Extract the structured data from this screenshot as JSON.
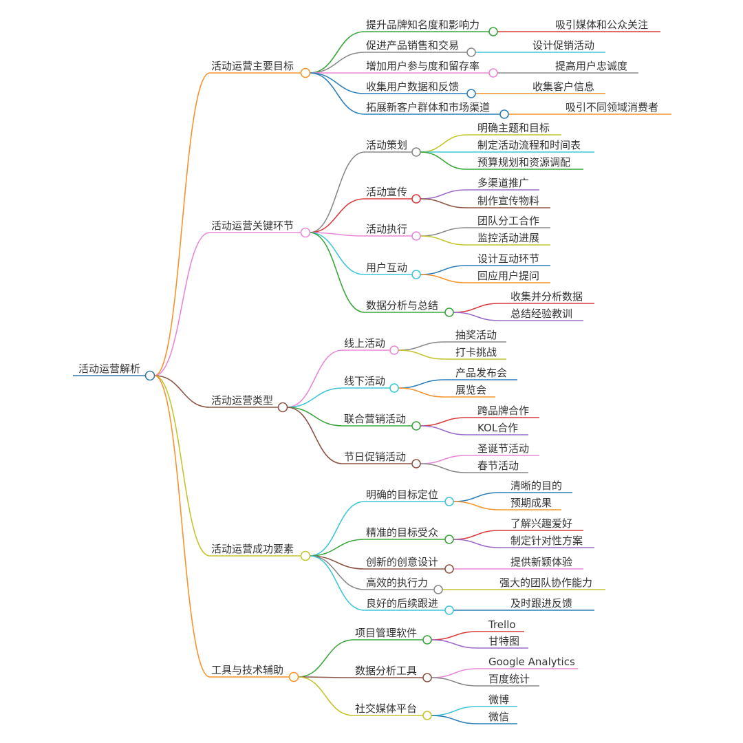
{
  "mindmap": {
    "root": "活动运营解析",
    "colors": {
      "orange": "#f5932d",
      "pink": "#e987d6",
      "brown": "#8c5545",
      "olive": "#c4c42e",
      "green": "#3aa53a",
      "gray": "#888888",
      "cyan": "#3ec5d8",
      "red": "#d93b3b",
      "blue": "#2c7fb8",
      "purple": "#9a6ac9",
      "root_blue": "#3279a8"
    },
    "branches": [
      {
        "label": "活动运营主要目标",
        "color": "orange",
        "children": [
          {
            "label": "提升品牌知名度和影响力",
            "color": "green",
            "children": [
              {
                "label": "吸引媒体和公众关注",
                "color": "red"
              }
            ]
          },
          {
            "label": "促进产品销售和交易",
            "color": "gray",
            "children": [
              {
                "label": "设计促销活动",
                "color": "cyan"
              }
            ]
          },
          {
            "label": "增加用户参与度和留存率",
            "color": "pink",
            "children": [
              {
                "label": "提高用户忠诚度",
                "color": "gray"
              }
            ]
          },
          {
            "label": "收集用户数据和反馈",
            "color": "blue",
            "children": [
              {
                "label": "收集客户信息",
                "color": "orange"
              }
            ]
          },
          {
            "label": "拓展新客户群体和市场渠道",
            "color": "blue",
            "children": [
              {
                "label": "吸引不同领域消费者",
                "color": "orange"
              }
            ]
          }
        ]
      },
      {
        "label": "活动运营关键环节",
        "color": "pink",
        "children": [
          {
            "label": "活动策划",
            "color": "gray",
            "children": [
              {
                "label": "明确主题和目标",
                "color": "olive"
              },
              {
                "label": "制定活动流程和时间表",
                "color": "cyan"
              },
              {
                "label": "预算规划和资源调配",
                "color": "green"
              }
            ]
          },
          {
            "label": "活动宣传",
            "color": "red",
            "children": [
              {
                "label": "多渠道推广",
                "color": "purple"
              },
              {
                "label": "制作宣传物料",
                "color": "brown"
              }
            ]
          },
          {
            "label": "活动执行",
            "color": "pink",
            "children": [
              {
                "label": "团队分工合作",
                "color": "gray"
              },
              {
                "label": "监控活动进展",
                "color": "olive"
              }
            ]
          },
          {
            "label": "用户互动",
            "color": "cyan",
            "children": [
              {
                "label": "设计互动环节",
                "color": "blue"
              },
              {
                "label": "回应用户提问",
                "color": "orange"
              }
            ]
          },
          {
            "label": "数据分析与总结",
            "color": "green",
            "children": [
              {
                "label": "收集并分析数据",
                "color": "red"
              },
              {
                "label": "总结经验教训",
                "color": "purple"
              }
            ]
          }
        ]
      },
      {
        "label": "活动运营类型",
        "color": "brown",
        "children": [
          {
            "label": "线上活动",
            "color": "pink",
            "children": [
              {
                "label": "抽奖活动",
                "color": "gray"
              },
              {
                "label": "打卡挑战",
                "color": "olive"
              }
            ]
          },
          {
            "label": "线下活动",
            "color": "cyan",
            "children": [
              {
                "label": "产品发布会",
                "color": "blue"
              },
              {
                "label": "展览会",
                "color": "orange"
              }
            ]
          },
          {
            "label": "联合营销活动",
            "color": "green",
            "children": [
              {
                "label": "跨品牌合作",
                "color": "red"
              },
              {
                "label": "KOL合作",
                "color": "purple"
              }
            ]
          },
          {
            "label": "节日促销活动",
            "color": "brown",
            "children": [
              {
                "label": "圣诞节活动",
                "color": "pink"
              },
              {
                "label": "春节活动",
                "color": "gray"
              }
            ]
          }
        ]
      },
      {
        "label": "活动运营成功要素",
        "color": "olive",
        "children": [
          {
            "label": "明确的目标定位",
            "color": "cyan",
            "children": [
              {
                "label": "清晰的目的",
                "color": "blue"
              },
              {
                "label": "预期成果",
                "color": "orange"
              }
            ]
          },
          {
            "label": "精准的目标受众",
            "color": "green",
            "children": [
              {
                "label": "了解兴趣爱好",
                "color": "red"
              },
              {
                "label": "制定针对性方案",
                "color": "purple"
              }
            ]
          },
          {
            "label": "创新的创意设计",
            "color": "brown",
            "children": [
              {
                "label": "提供新颖体验",
                "color": "pink"
              }
            ]
          },
          {
            "label": "高效的执行力",
            "color": "gray",
            "children": [
              {
                "label": "强大的团队协作能力",
                "color": "olive"
              }
            ]
          },
          {
            "label": "良好的后续跟进",
            "color": "cyan",
            "children": [
              {
                "label": "及时跟进反馈",
                "color": "blue"
              }
            ]
          }
        ]
      },
      {
        "label": "工具与技术辅助",
        "color": "orange",
        "children": [
          {
            "label": "项目管理软件",
            "color": "green",
            "children": [
              {
                "label": "Trello",
                "color": "red"
              },
              {
                "label": "甘特图",
                "color": "purple"
              }
            ]
          },
          {
            "label": "数据分析工具",
            "color": "brown",
            "children": [
              {
                "label": "Google Analytics",
                "color": "pink"
              },
              {
                "label": "百度统计",
                "color": "gray"
              }
            ]
          },
          {
            "label": "社交媒体平台",
            "color": "olive",
            "children": [
              {
                "label": "微博",
                "color": "cyan"
              },
              {
                "label": "微信",
                "color": "blue"
              }
            ]
          }
        ]
      }
    ]
  }
}
